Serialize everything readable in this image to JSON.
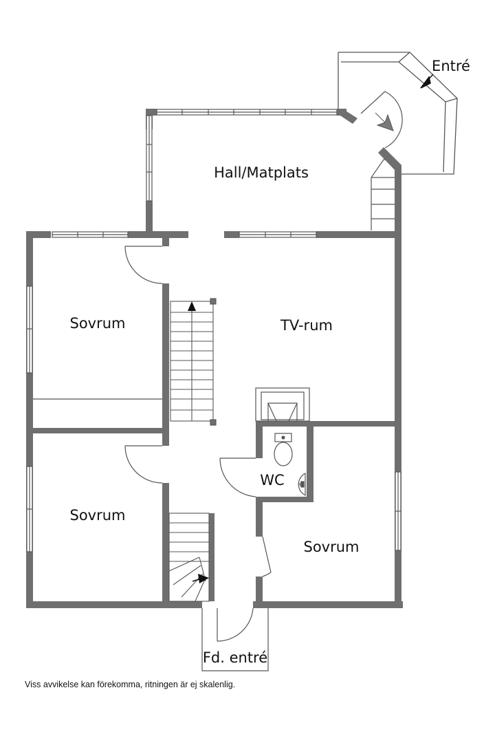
{
  "rooms": {
    "hall": "Hall/Matplats",
    "tv": "TV-rum",
    "sovrum_top_left": "Sovrum",
    "sovrum_bottom_left": "Sovrum",
    "sovrum_right": "Sovrum",
    "wc": "WC"
  },
  "entrances": {
    "main": "Entré",
    "side": "Fd. entré"
  },
  "disclaimer": "Viss avvikelse kan förekomma, ritningen är ej skalenlig.",
  "colors": {
    "wall": "#6f6f6f",
    "line": "#555555",
    "arrow": "#111111",
    "entry_arrow": "#7a7a7a"
  }
}
